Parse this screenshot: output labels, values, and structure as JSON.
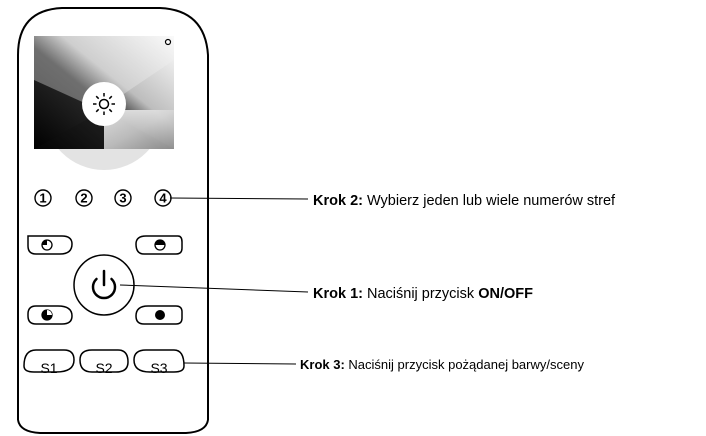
{
  "remote": {
    "zones": [
      {
        "label": "1"
      },
      {
        "label": "2"
      },
      {
        "label": "3"
      },
      {
        "label": "4"
      }
    ],
    "scene_buttons": [
      {
        "label": "S1"
      },
      {
        "label": "S2"
      },
      {
        "label": "S3"
      }
    ]
  },
  "instructions": {
    "step2": {
      "bold": "Krok 2:",
      "text": " Wybierz jeden lub wiele numerów stref"
    },
    "step1": {
      "bold": "Krok 1:",
      "text": " Naciśnij przycisk ",
      "bold2": "ON/OFF"
    },
    "step3": {
      "bold": "Krok 3:",
      "text": " Naciśnij przycisk pożądanej barwy/sceny"
    }
  }
}
